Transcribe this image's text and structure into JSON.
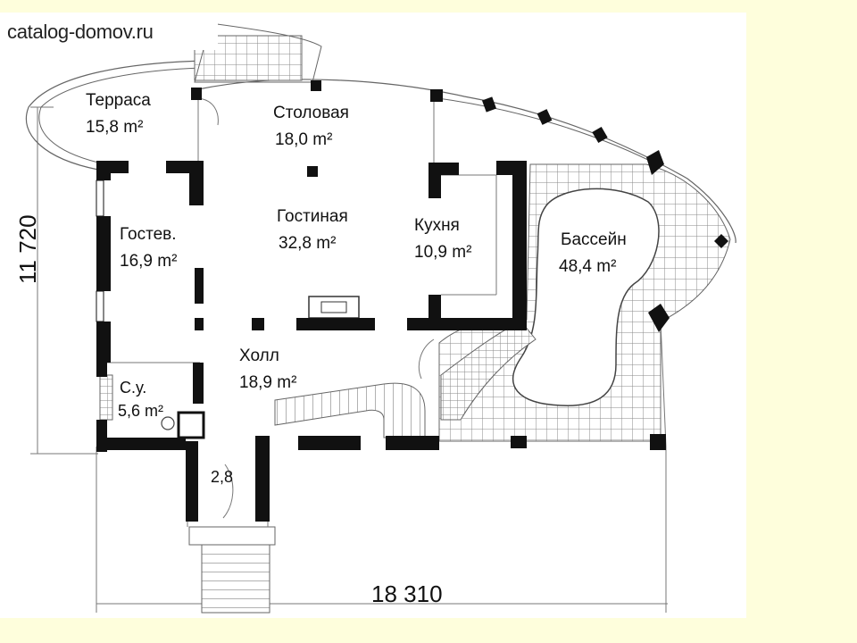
{
  "watermark": "catalog-domov.ru",
  "dimensions": {
    "height": "11 720",
    "width": "18 310"
  },
  "rooms": [
    {
      "key": "terrace",
      "name": "Терраса",
      "area": "15,8 m²"
    },
    {
      "key": "dining",
      "name": "Столовая",
      "area": "18,0 m²"
    },
    {
      "key": "living",
      "name": "Гостиная",
      "area": "32,8 m²"
    },
    {
      "key": "kitchen",
      "name": "Кухня",
      "area": "10,9 m²"
    },
    {
      "key": "guest",
      "name": "Гостев.",
      "area": "16,9 m²"
    },
    {
      "key": "pool",
      "name": "Бассейн",
      "area": "48,4 m²"
    },
    {
      "key": "hall",
      "name": "Холл",
      "area": "18,9 m²"
    },
    {
      "key": "bathroom",
      "name": "С.у.",
      "area": "5,6 m²"
    },
    {
      "key": "vestibule",
      "name": "",
      "area": "2,8"
    }
  ],
  "colors": {
    "background": "#fefedc",
    "sheet": "#ffffff",
    "wall": "#111111",
    "line": "#555555",
    "grid": "#9a9a9a"
  }
}
